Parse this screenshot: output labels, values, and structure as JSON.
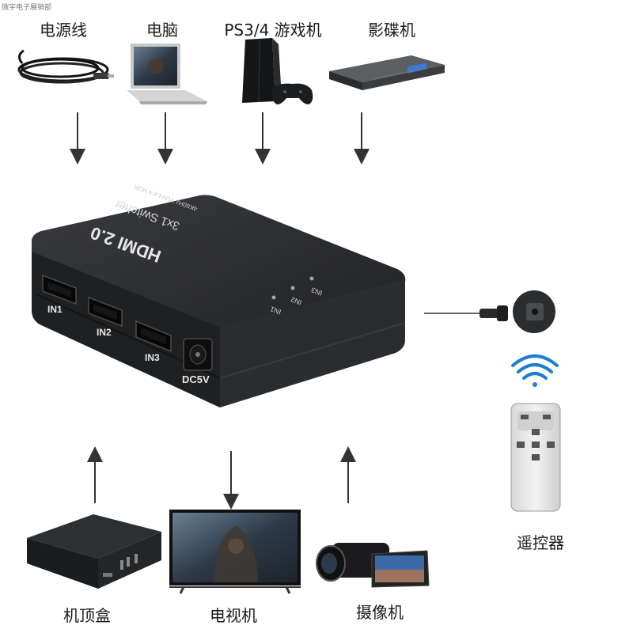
{
  "watermark": "微宇电子展销部",
  "top_devices": [
    {
      "label": "电源线"
    },
    {
      "label": "电脑"
    },
    {
      "label": "PS3/4 游戏机"
    },
    {
      "label": "影碟机"
    }
  ],
  "bottom_devices": [
    {
      "label": "机顶盒"
    },
    {
      "label": "电视机"
    },
    {
      "label": "摄像机"
    }
  ],
  "remote": {
    "label": "遥控器"
  },
  "switcher": {
    "brand": "HDMI 2.0",
    "model": "3x1 Switcher",
    "spec": "4K60Hz YUV4:4:4 HDR",
    "ports": [
      "IN1",
      "IN2",
      "IN3"
    ],
    "power": "DC5V",
    "leds": [
      "IN1",
      "IN2",
      "IN3"
    ]
  },
  "colors": {
    "device_body": "#2a2b2d",
    "arrow": "#333333",
    "remote_body": "#e6e6e6",
    "wifi": "#1a7fd4"
  }
}
